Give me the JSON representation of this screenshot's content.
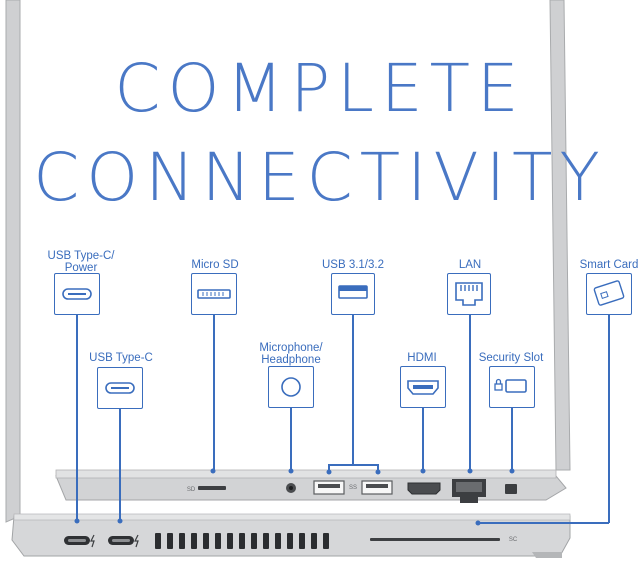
{
  "title": {
    "line1": "COMPLETE",
    "line2": "CONNECTIVITY"
  },
  "ports": {
    "usbc_power": {
      "label_l1": "USB Type-C/",
      "label_l2": "Power",
      "icon": "usb-c-port-icon"
    },
    "usbc": {
      "label": "USB Type-C",
      "icon": "usb-c-port-icon"
    },
    "microsd": {
      "label": "Micro SD",
      "icon": "micro-sd-slot-icon"
    },
    "audio": {
      "label_l1": "Microphone/",
      "label_l2": "Headphone",
      "icon": "audio-jack-icon"
    },
    "usb3": {
      "label": "USB 3.1/3.2",
      "icon": "usb-a-port-icon"
    },
    "hdmi": {
      "label": "HDMI",
      "icon": "hdmi-port-icon"
    },
    "lan": {
      "label": "LAN",
      "icon": "ethernet-port-icon"
    },
    "security": {
      "label": "Security Slot",
      "icon": "lock-slot-icon"
    },
    "smartcard": {
      "label": "Smart Card",
      "icon": "smart-card-icon"
    }
  },
  "chassis_marks": {
    "sd": "SD",
    "sc": "SC",
    "ss": "SS"
  },
  "colors": {
    "accent": "#3a6dbd",
    "title": "#4a78c6",
    "chassis": "#c9cacc",
    "chassis_dark": "#8e9093"
  }
}
